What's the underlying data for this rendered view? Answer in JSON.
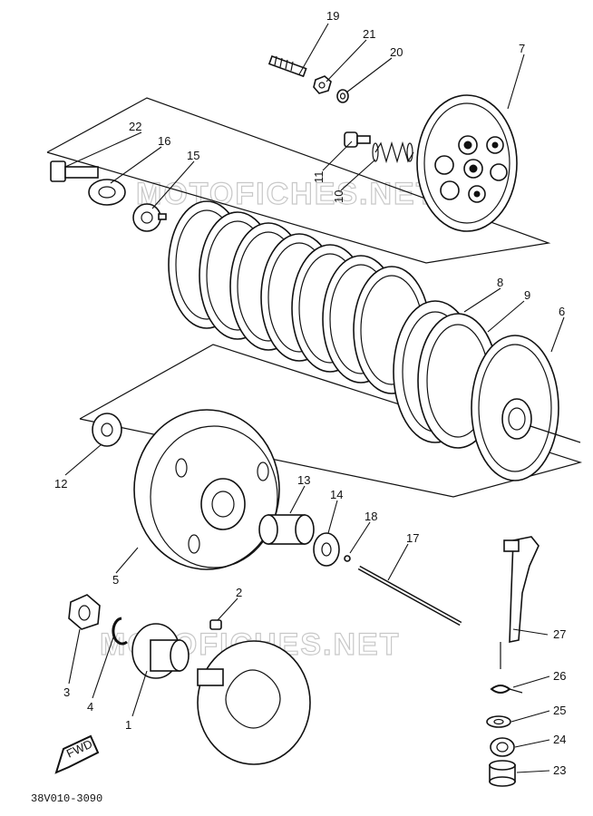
{
  "watermark": "MOTOFICHES.NET",
  "diagram_code": "38V010-3090",
  "fwd_badge": "FWD",
  "callouts": [
    {
      "id": "1",
      "text": "1"
    },
    {
      "id": "2",
      "text": "2"
    },
    {
      "id": "3",
      "text": "3"
    },
    {
      "id": "4",
      "text": "4"
    },
    {
      "id": "5",
      "text": "5"
    },
    {
      "id": "6",
      "text": "6"
    },
    {
      "id": "7",
      "text": "7"
    },
    {
      "id": "8",
      "text": "8"
    },
    {
      "id": "9",
      "text": "9"
    },
    {
      "id": "10",
      "text": "10"
    },
    {
      "id": "11",
      "text": "11"
    },
    {
      "id": "12",
      "text": "12"
    },
    {
      "id": "13",
      "text": "13"
    },
    {
      "id": "14",
      "text": "14"
    },
    {
      "id": "15",
      "text": "15"
    },
    {
      "id": "16",
      "text": "16"
    },
    {
      "id": "17",
      "text": "17"
    },
    {
      "id": "18",
      "text": "18"
    },
    {
      "id": "19",
      "text": "19"
    },
    {
      "id": "20",
      "text": "20"
    },
    {
      "id": "21",
      "text": "21"
    },
    {
      "id": "22",
      "text": "22"
    },
    {
      "id": "23",
      "text": "23"
    },
    {
      "id": "24",
      "text": "24"
    },
    {
      "id": "25",
      "text": "25"
    },
    {
      "id": "26",
      "text": "26"
    },
    {
      "id": "27",
      "text": "27"
    }
  ]
}
